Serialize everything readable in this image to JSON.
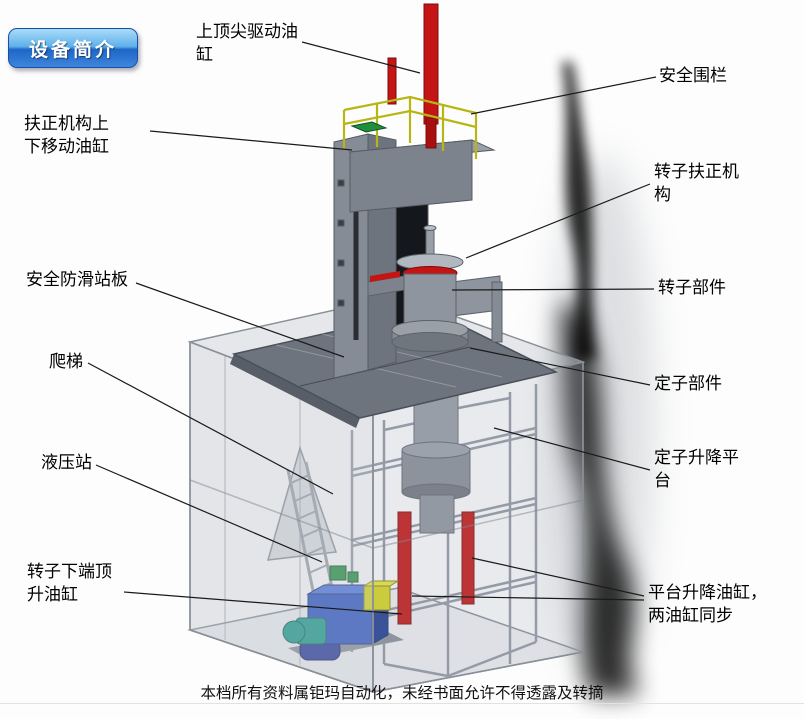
{
  "badge": {
    "label": "设备简介"
  },
  "footer": {
    "text": "本档所有资料属钜玛自动化，未经书面允许不得透露及转摘"
  },
  "labels": [
    {
      "name": "top-spindle-cylinder",
      "text": "上顶尖驱动油\n缸"
    },
    {
      "name": "safety-fence",
      "text": "安全围栏"
    },
    {
      "name": "centering-lift-cylinder",
      "text": "扶正机构上\n下移动油缸"
    },
    {
      "name": "rotor-centering-mechanism",
      "text": "转子扶正机\n构"
    },
    {
      "name": "anti-slip-platform",
      "text": "安全防滑站板"
    },
    {
      "name": "rotor-component",
      "text": "转子部件"
    },
    {
      "name": "ladder",
      "text": "爬梯"
    },
    {
      "name": "stator-component",
      "text": "定子部件"
    },
    {
      "name": "hydraulic-station",
      "text": "液压站"
    },
    {
      "name": "stator-lift-platform",
      "text": "定子升降平\n台"
    },
    {
      "name": "rotor-bottom-jack-cylinder",
      "text": "转子下端顶\n升油缸"
    },
    {
      "name": "platform-lift-cylinders",
      "text": "平台升降油缸，\n两油缸同步"
    }
  ],
  "illustration": {
    "colors": {
      "cylinder_red": "#c41414",
      "fence_yellow": "#b6b614",
      "accent_green": "#1f8f3c",
      "hydraulic_blue": "#2850c4",
      "pump_teal": "#17988a",
      "valve_yellow": "#d6d61c",
      "motor_blue": "#223699",
      "platform_dark": "#6e747e",
      "frame_gray": "#8f959d"
    }
  }
}
